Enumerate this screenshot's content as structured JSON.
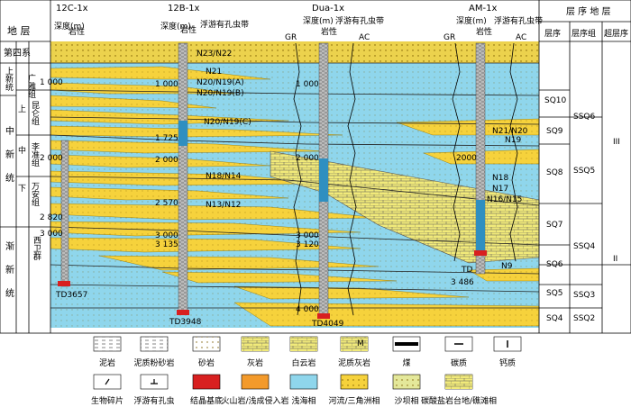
{
  "left_header": {
    "title": "地 层"
  },
  "chrono": [
    {
      "id": "q",
      "label": "第四系"
    },
    {
      "id": "guangya",
      "label": "广雅组"
    },
    {
      "id": "shang_xin",
      "label": "上新统"
    },
    {
      "id": "shang",
      "label": "上"
    },
    {
      "id": "kunlun",
      "label": "昆仑组"
    },
    {
      "id": "zhong_xin",
      "label": "中新统"
    },
    {
      "id": "zhong",
      "label": "中"
    },
    {
      "id": "lizhun",
      "label": "李准组"
    },
    {
      "id": "xia",
      "label": "下"
    },
    {
      "id": "wanan",
      "label": "万安组"
    },
    {
      "id": "jianxin",
      "label": "渐新统"
    },
    {
      "id": "xiwei",
      "label": "西卫群"
    }
  ],
  "wells": [
    {
      "id": "w1",
      "name": "12C-1x",
      "depth_label": "深度(m)",
      "litho_label": "岩性",
      "depths": [
        "1 000",
        "2 000",
        "2 820",
        "3 000"
      ],
      "td": "TD3657"
    },
    {
      "id": "w2",
      "name": "12B-1x",
      "depth_label": "深度(m)",
      "litho_label": "岩性",
      "fossil_label": "浮游有孔虫带",
      "depths": [
        "1 000",
        "1 725",
        "2 000",
        "2 570",
        "3 000",
        "3 135"
      ],
      "td": "TD3948",
      "zones": [
        "N23/N22",
        "N21",
        "N20/N19(A)",
        "N20/N19(B)",
        "N20/N19(C)",
        "N18/N14",
        "N13/N12"
      ]
    },
    {
      "id": "w3",
      "name": "Dua-1x",
      "depth_label": "深度(m)",
      "litho_label": "岩性",
      "fossil_label": "浮游有孔虫带",
      "gr": "GR",
      "ac": "AC",
      "depths": [
        "1 000",
        "2 000",
        "3 000",
        "3 120",
        "4 000"
      ],
      "td": "TD4049"
    },
    {
      "id": "w4",
      "name": "AM-1x",
      "depth_label": "深度(m)",
      "litho_label": "岩性",
      "fossil_label": "浮游有孔虫带",
      "gr": "GR",
      "ac": "AC",
      "depths": [
        "2000",
        "3 486"
      ],
      "td": "TD",
      "zones": [
        "N21/N20",
        "N19",
        "N18",
        "N17",
        "N16/N15",
        "N9"
      ]
    }
  ],
  "seq_header": {
    "title": "层 序 地 层",
    "col1": "层序",
    "col2": "层序组",
    "col3": "超层序"
  },
  "sequences": [
    "SQ10",
    "SQ9",
    "SQ8",
    "SQ7",
    "SQ6",
    "SQ5",
    "SQ4"
  ],
  "seq_groups": [
    "SSQ6",
    "SSQ5",
    "SSQ4",
    "SSQ3",
    "SSQ2"
  ],
  "super_seq": [
    "III",
    "II"
  ],
  "legend": [
    {
      "label": "泥岩",
      "pattern": "mud"
    },
    {
      "label": "泥质粉砂岩",
      "pattern": "silt"
    },
    {
      "label": "砂岩",
      "pattern": "sand"
    },
    {
      "label": "灰岩",
      "pattern": "lime"
    },
    {
      "label": "白云岩",
      "pattern": "dolo"
    },
    {
      "label": "泥质灰岩",
      "pattern": "marl",
      "mark": "M"
    },
    {
      "label": "煤",
      "pattern": "coal"
    },
    {
      "label": "碳质",
      "pattern": "carb"
    },
    {
      "label": "钙质",
      "pattern": "calc"
    },
    {
      "label": "生物碎片",
      "pattern": "bio"
    },
    {
      "label": "浮游有孔虫",
      "pattern": "foram"
    },
    {
      "label": "结晶基底",
      "pattern": "base"
    },
    {
      "label": "火山岩/浅成侵入岩",
      "pattern": "volc"
    },
    {
      "label": "浅海相",
      "pattern": "shelf"
    },
    {
      "label": "河流/三角洲相",
      "pattern": "delta"
    },
    {
      "label": "沙坝相",
      "pattern": "bar"
    },
    {
      "label": "碳酸盐岩台地/礁滩相",
      "pattern": "reef"
    }
  ],
  "colors": {
    "shelf": "#8fd6ec",
    "delta": "#f6d23c",
    "bar": "#e4e89a",
    "reef": "#f1ea7a",
    "base": "#d82020"
  }
}
